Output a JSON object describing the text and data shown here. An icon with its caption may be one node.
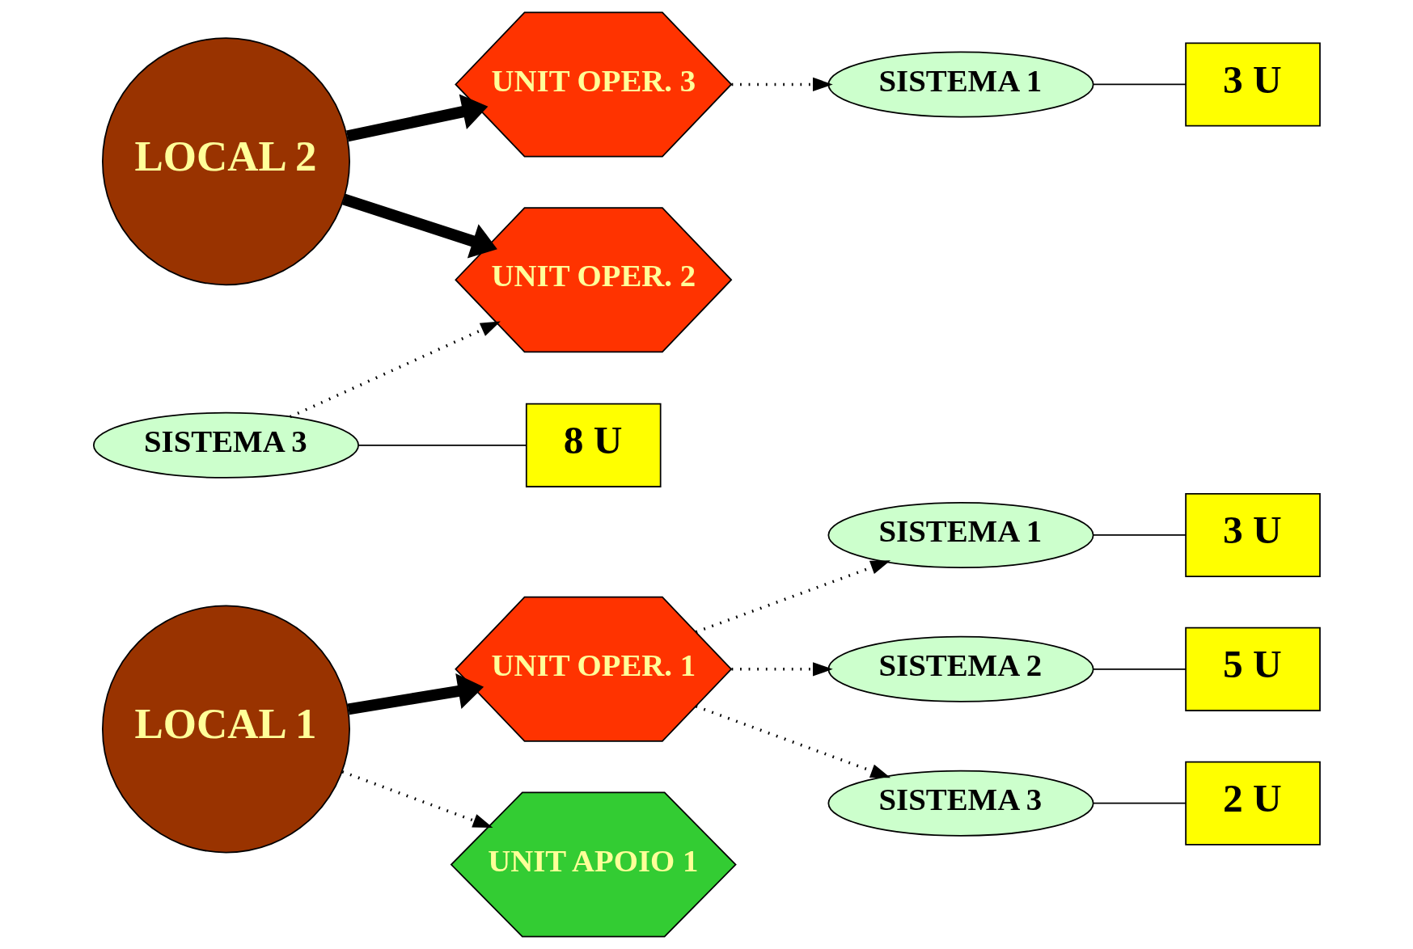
{
  "diagram": {
    "nodes": [
      {
        "text": [
          "LOCAL 1"
        ]
      },
      {
        "text": [
          "UNIT OPER. 1"
        ]
      },
      {
        "text": [
          "SISTEMA 1"
        ]
      },
      {
        "text": [
          "SISTEMA 2"
        ]
      },
      {
        "text": [
          "SISTEMA 3"
        ]
      },
      {
        "text": [
          "UNIT APOIO 1"
        ]
      },
      {
        "text": [
          "LOCAL 2"
        ]
      },
      {
        "text": [
          "UNIT OPER. 3"
        ]
      },
      {
        "text": [
          "SISTEMA 1"
        ]
      },
      {
        "text": [
          "UNIT OPER. 2"
        ]
      },
      {
        "text": [
          "SISTEMA 3"
        ]
      },
      {
        "text": [
          "3 U"
        ]
      },
      {
        "text": [
          "5 U"
        ]
      },
      {
        "text": [
          "2 U"
        ]
      },
      {
        "text": [
          "3 U"
        ]
      },
      {
        "text": [
          "8 U"
        ]
      }
    ],
    "edges": [
      {
        "from": 0,
        "to": 1,
        "arrow": "to",
        "style": "thick"
      },
      {
        "from": 1,
        "to": 2,
        "arrow": "to",
        "style": "dashed"
      },
      {
        "from": 1,
        "to": 3,
        "arrow": "to",
        "style": "dashed"
      },
      {
        "from": 1,
        "to": 4,
        "arrow": "to",
        "style": "dashed"
      },
      {
        "from": 0,
        "to": 5,
        "arrow": "to",
        "style": "dashed"
      },
      {
        "from": 6,
        "to": 7,
        "arrow": "to",
        "style": "thick"
      },
      {
        "from": 6,
        "to": 9,
        "arrow": "to",
        "style": "thick"
      },
      {
        "from": 7,
        "to": 8,
        "arrow": "to",
        "style": "dashed"
      },
      {
        "from": 10,
        "to": 9,
        "arrow": "to",
        "style": "dashed"
      },
      {
        "from": 2,
        "to": 11,
        "arrow": "none"
      },
      {
        "from": 3,
        "to": 12,
        "arrow": "none"
      },
      {
        "from": 4,
        "to": 13,
        "arrow": "none"
      },
      {
        "from": 8,
        "to": 14,
        "arrow": "none"
      },
      {
        "from": 10,
        "to": 15,
        "arrow": "none"
      }
    ]
  }
}
